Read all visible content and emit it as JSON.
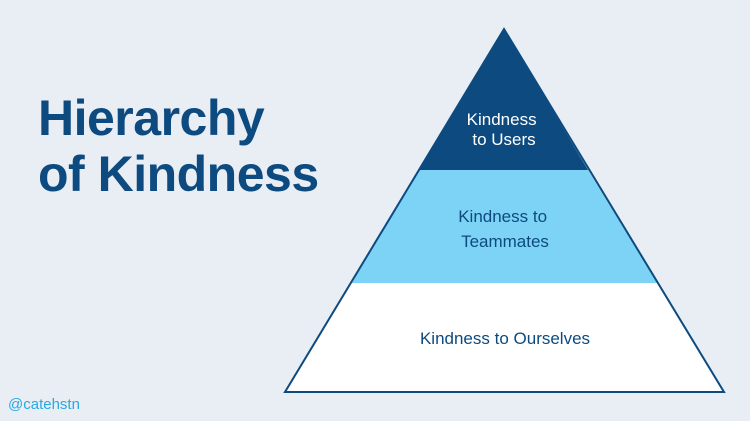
{
  "title": {
    "line1": "Hierarchy",
    "line2": "of Kindness"
  },
  "pyramid": {
    "tiers": [
      {
        "lines": [
          "Kindness",
          "to Users"
        ]
      },
      {
        "lines": [
          "Kindness to",
          "Teammates"
        ]
      },
      {
        "lines": [
          "Kindness to Ourselves"
        ]
      }
    ]
  },
  "footer": {
    "handle": "@catehstn"
  },
  "colors": {
    "background": "#e8eef4",
    "title": "#0d4a7f",
    "top_tier": "#0d4a7f",
    "middle_tier": "#7dd3f5",
    "bottom_tier": "#ffffff",
    "outline": "#0d4a7f",
    "top_text": "#ffffff",
    "tier_text": "#0d4a7f",
    "handle": "#29a9e0"
  }
}
